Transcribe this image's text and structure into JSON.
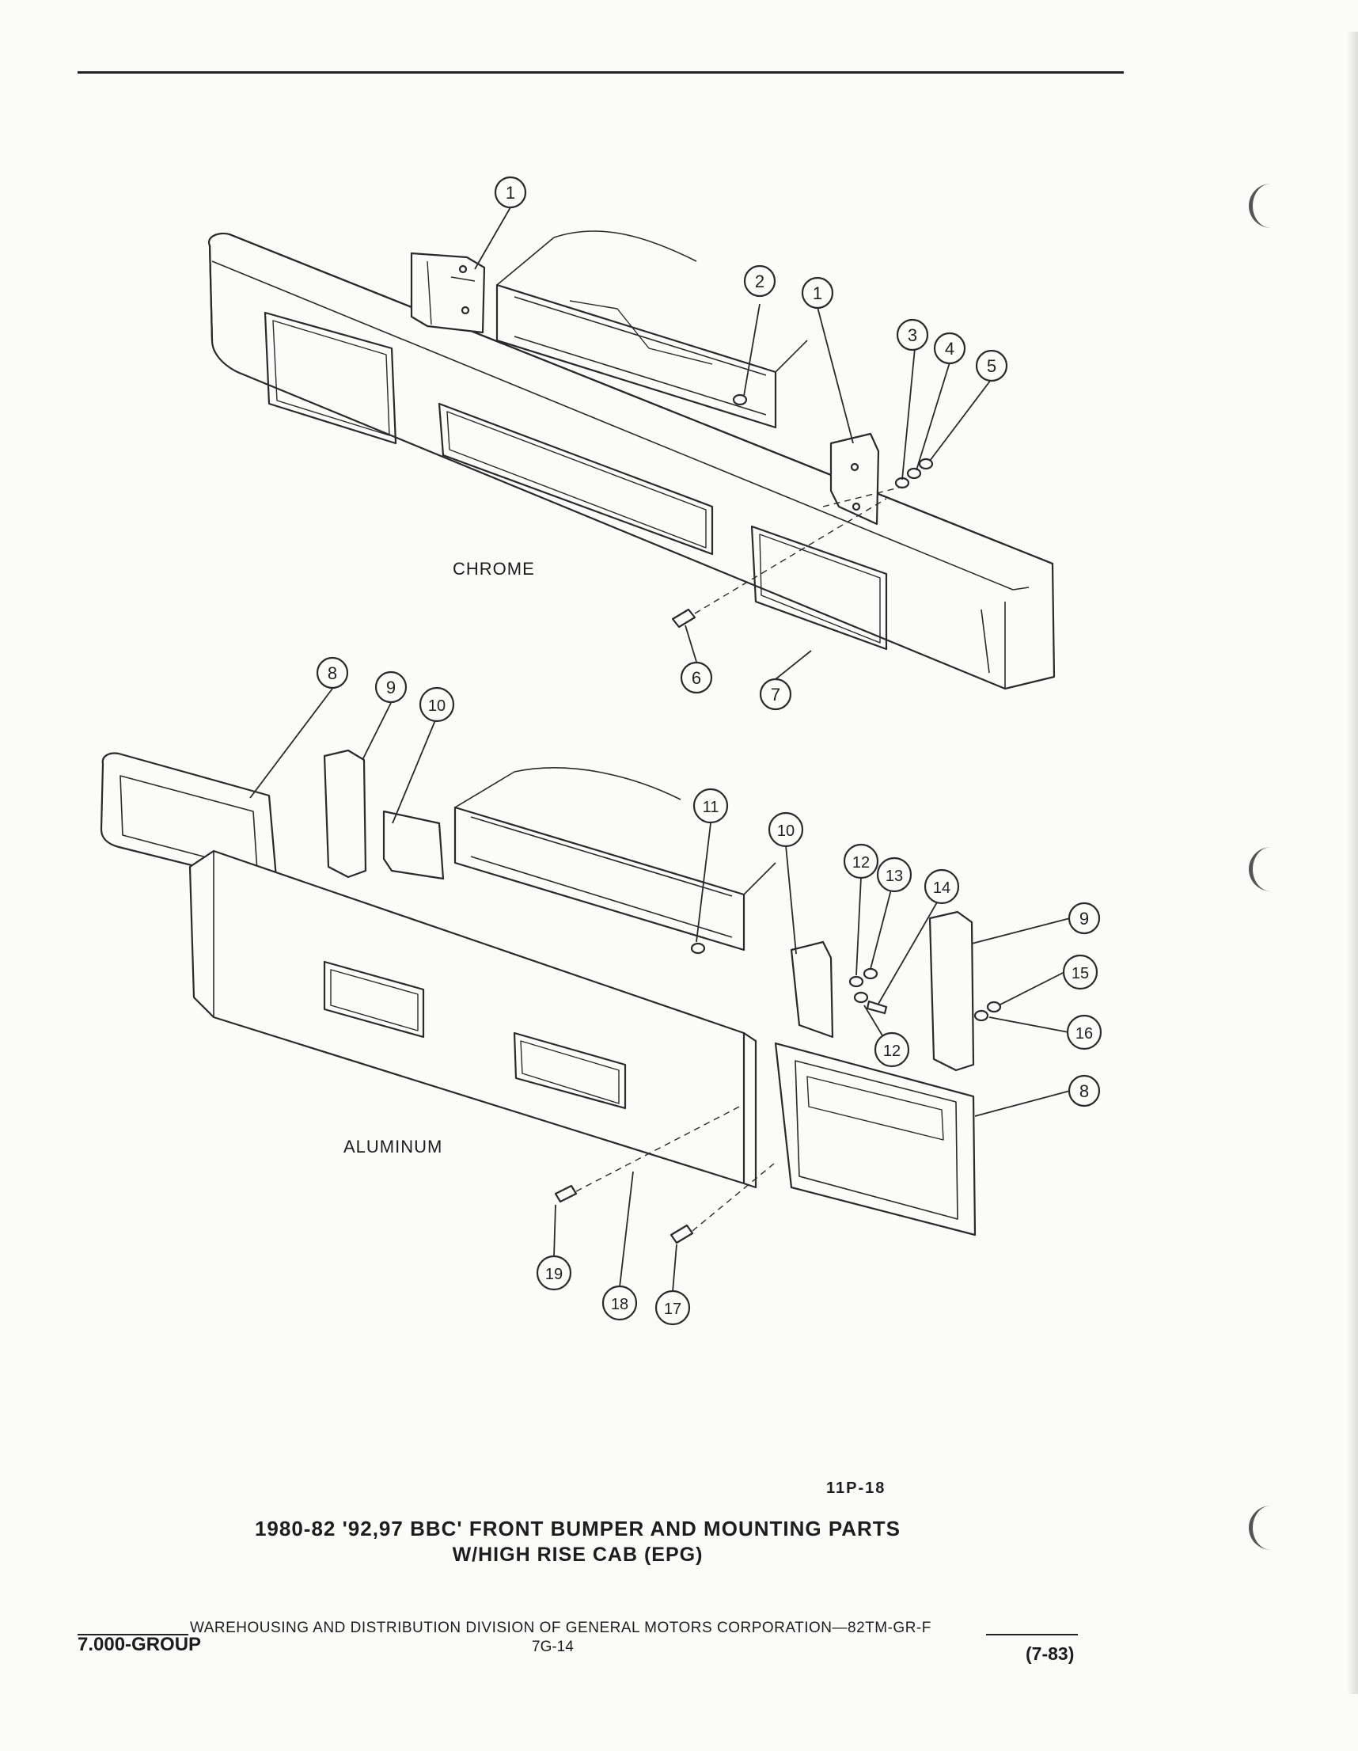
{
  "diagram": {
    "section_labels": {
      "chrome": "CHROME",
      "aluminum": "ALUMINUM"
    },
    "callouts": [
      "1",
      "2",
      "1",
      "3",
      "4",
      "5",
      "6",
      "7",
      "8",
      "9",
      "10",
      "11",
      "10",
      "12",
      "13",
      "14",
      "9",
      "15",
      "16",
      "12",
      "8",
      "19",
      "18",
      "17"
    ]
  },
  "figure_code": "11P-18",
  "caption": {
    "line1": "1980-82 '92,97 BBC' FRONT BUMPER AND MOUNTING PARTS",
    "line2": "W/HIGH RISE CAB (EPG)"
  },
  "footer": {
    "division": "WAREHOUSING AND DISTRIBUTION  DIVISION OF GENERAL MOTORS CORPORATION—82TM-GR-F",
    "group": "7.000-GROUP",
    "page": "7G-14",
    "date": "(7-83)"
  }
}
